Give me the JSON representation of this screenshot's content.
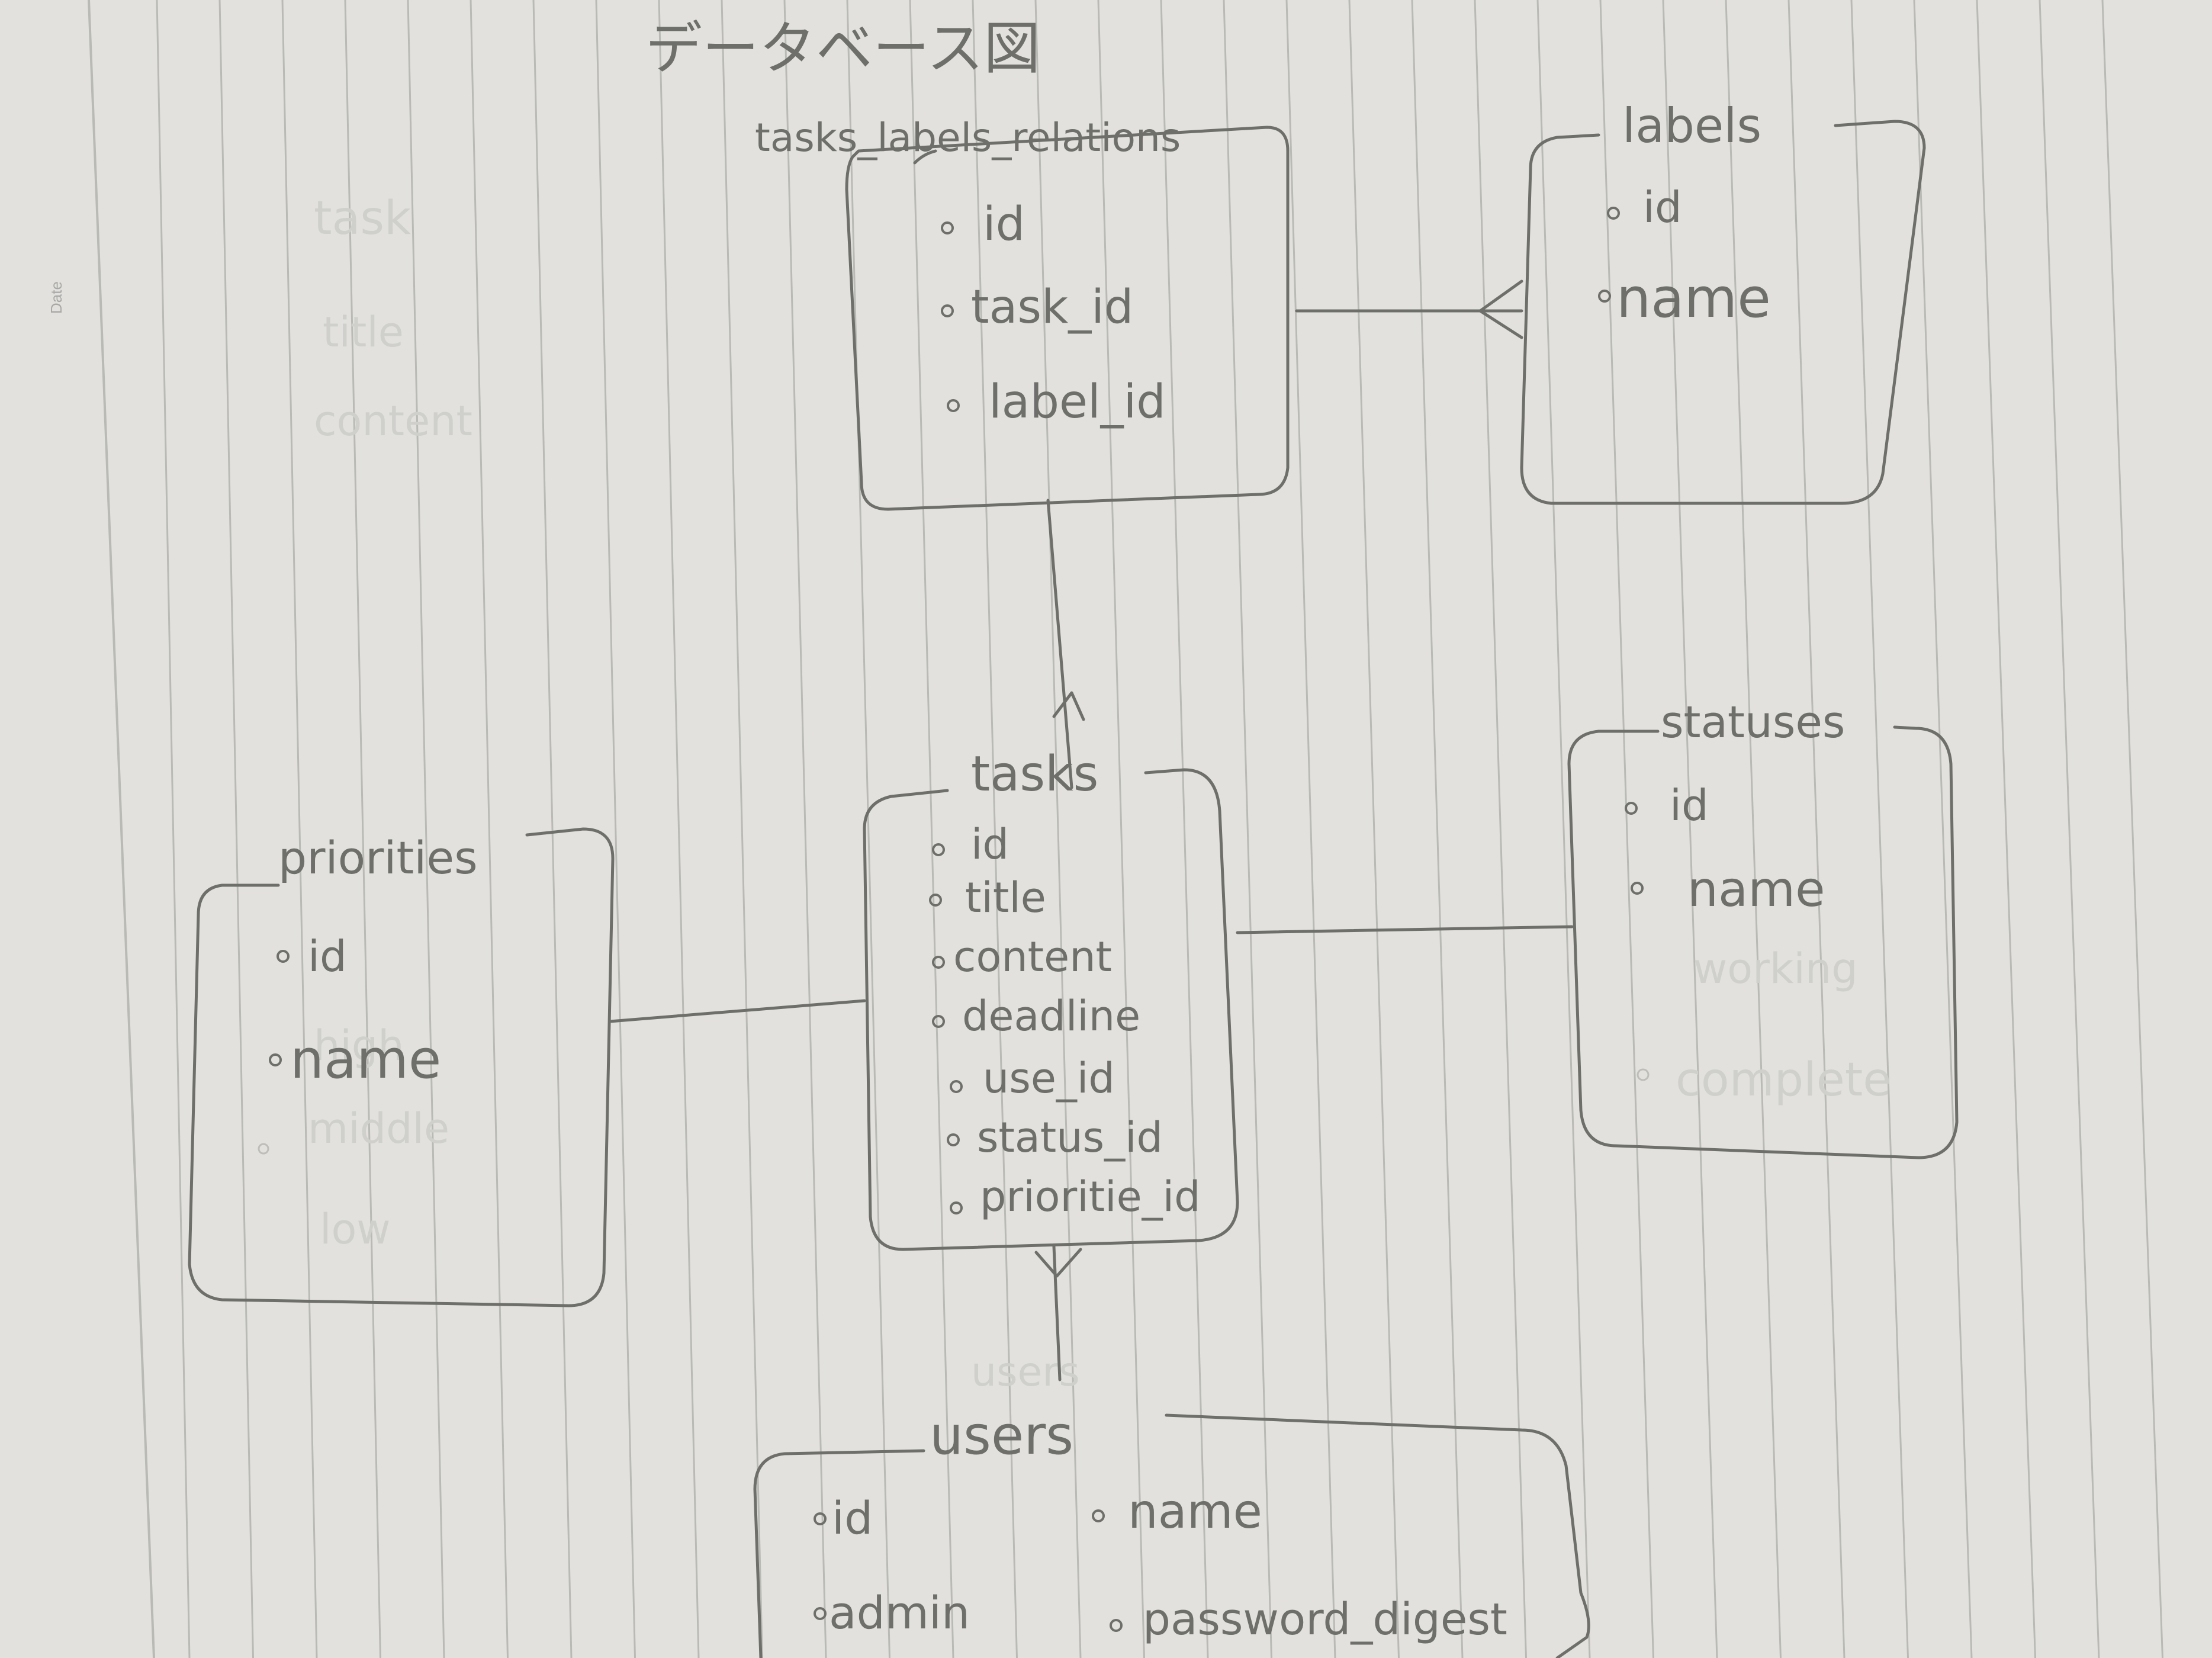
{
  "page": {
    "title": "データベース図",
    "margin_label": "Date",
    "colors": {
      "paper": "#e2e1de",
      "ink": "#6e6e6b",
      "ruled_line": "#b9b9b6",
      "ghost": "#cfcfcc"
    }
  },
  "entities": {
    "tasks_labels_relations": {
      "name": "tasks_labels_relations",
      "fields": [
        "id",
        "task_id",
        "label_id"
      ]
    },
    "labels": {
      "name": "labels",
      "fields": [
        "id",
        "name"
      ]
    },
    "tasks": {
      "name": "tasks",
      "fields": [
        "id",
        "title",
        "content",
        "deadline",
        "use_id",
        "status_id",
        "prioritie_id"
      ]
    },
    "priorities": {
      "name": "priorities",
      "fields": [
        "id",
        "name"
      ]
    },
    "statuses": {
      "name": "statuses",
      "fields": [
        "id",
        "name"
      ]
    },
    "users": {
      "name": "users",
      "fields": [
        "id",
        "name",
        "admin",
        "password_digest"
      ]
    }
  },
  "relationships": [
    {
      "from": "tasks_labels_relations",
      "to": "labels",
      "end": "crow-foot"
    },
    {
      "from": "tasks_labels_relations",
      "to": "tasks",
      "end": "crow-foot"
    },
    {
      "from": "tasks",
      "to": "users",
      "end": "crow-foot"
    },
    {
      "from": "tasks",
      "to": "priorities",
      "end": "line"
    },
    {
      "from": "tasks",
      "to": "statuses",
      "end": "line"
    }
  ],
  "ghost_text": [
    "task",
    "title",
    "content",
    "working",
    "complete",
    "high",
    "middle",
    "low",
    "users"
  ]
}
